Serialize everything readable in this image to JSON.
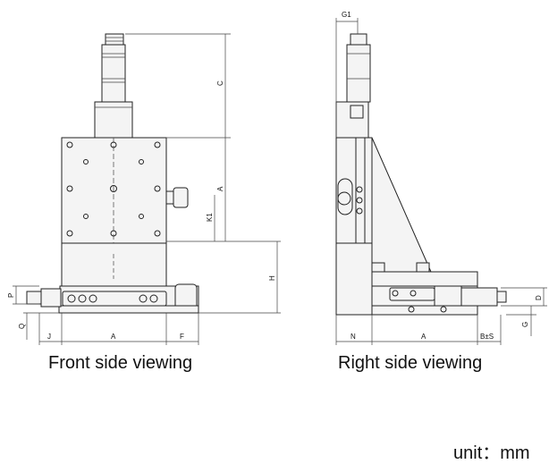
{
  "views": {
    "front": {
      "caption": "Front side viewing",
      "dims": {
        "c": "C",
        "a_vert": "A",
        "k1": "K1",
        "h": "H",
        "p": "P",
        "q": "Q",
        "j": "J",
        "a_horiz": "A",
        "f": "F"
      }
    },
    "right": {
      "caption": "Right side viewing",
      "dims": {
        "g1": "G1",
        "n": "N",
        "a": "A",
        "bs": "B±S",
        "d": "D",
        "g": "G"
      }
    }
  },
  "unit_label": "unit：mm"
}
